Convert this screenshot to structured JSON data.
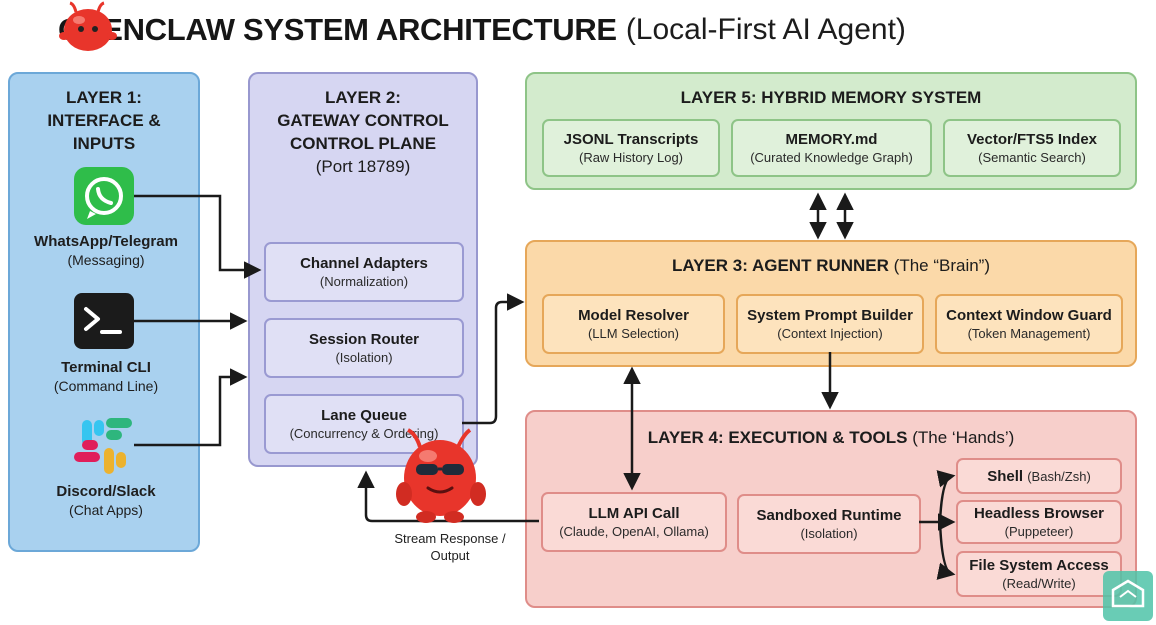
{
  "title": {
    "main": "OPENCLAW SYSTEM ARCHITECTURE",
    "sub": "(Local-First AI Agent)"
  },
  "layer1": {
    "title_lines": [
      "LAYER 1:",
      "INTERFACE &",
      "INPUTS"
    ],
    "inputs": [
      {
        "label": "WhatsApp/Telegram",
        "sub": "(Messaging)",
        "icon": "whatsapp-icon"
      },
      {
        "label": "Terminal CLI",
        "sub": "(Command Line)",
        "icon": "terminal-icon"
      },
      {
        "label": "Discord/Slack",
        "sub": "(Chat Apps)",
        "icon": "slack-icon"
      }
    ]
  },
  "layer2": {
    "title_lines": [
      "LAYER 2:",
      "GATEWAY CONTROL",
      "CONTROL PLANE"
    ],
    "port": "(Port 18789)",
    "cards": [
      {
        "title": "Channel Adapters",
        "sub": "(Normalization)"
      },
      {
        "title": "Session Router",
        "sub": "(Isolation)"
      },
      {
        "title": "Lane Queue",
        "sub": "(Concurrency & Ordering)"
      }
    ]
  },
  "layer5": {
    "title": "LAYER 5: HYBRID MEMORY SYSTEM",
    "cards": [
      {
        "title": "JSONL Transcripts",
        "sub": "(Raw History Log)"
      },
      {
        "title": "MEMORY.md",
        "sub": "(Curated Knowledge Graph)"
      },
      {
        "title": "Vector/FTS5 Index",
        "sub": "(Semantic Search)"
      }
    ]
  },
  "layer3": {
    "title": "LAYER 3: AGENT RUNNER",
    "title_note": "(The “Brain”)",
    "cards": [
      {
        "title": "Model Resolver",
        "sub": "(LLM Selection)"
      },
      {
        "title": "System Prompt Builder",
        "sub": "(Context Injection)"
      },
      {
        "title": "Context Window Guard",
        "sub": "(Token Management)"
      }
    ]
  },
  "layer4": {
    "title": "LAYER 4: EXECUTION & TOOLS",
    "title_note": "(The ‘Hands’)",
    "llm_call": {
      "title": "LLM API Call",
      "sub": "(Claude, OpenAI, Ollama)"
    },
    "sandbox": {
      "title": "Sandboxed Runtime",
      "sub": "(Isolation)"
    },
    "tools": [
      {
        "title": "Shell",
        "sub": "(Bash/Zsh)"
      },
      {
        "title": "Headless Browser",
        "sub": "(Puppeteer)"
      },
      {
        "title": "File System Access",
        "sub": "(Read/Write)"
      }
    ]
  },
  "stream_label_lines": [
    "Stream Response /",
    "Output"
  ],
  "colors": {
    "layer1": "#a9d1ef",
    "layer2": "#d6d6f2",
    "layer3": "#fbd9a9",
    "layer4": "#f7cfcb",
    "layer5": "#d3ebcd",
    "mascot": "#e8352b"
  }
}
